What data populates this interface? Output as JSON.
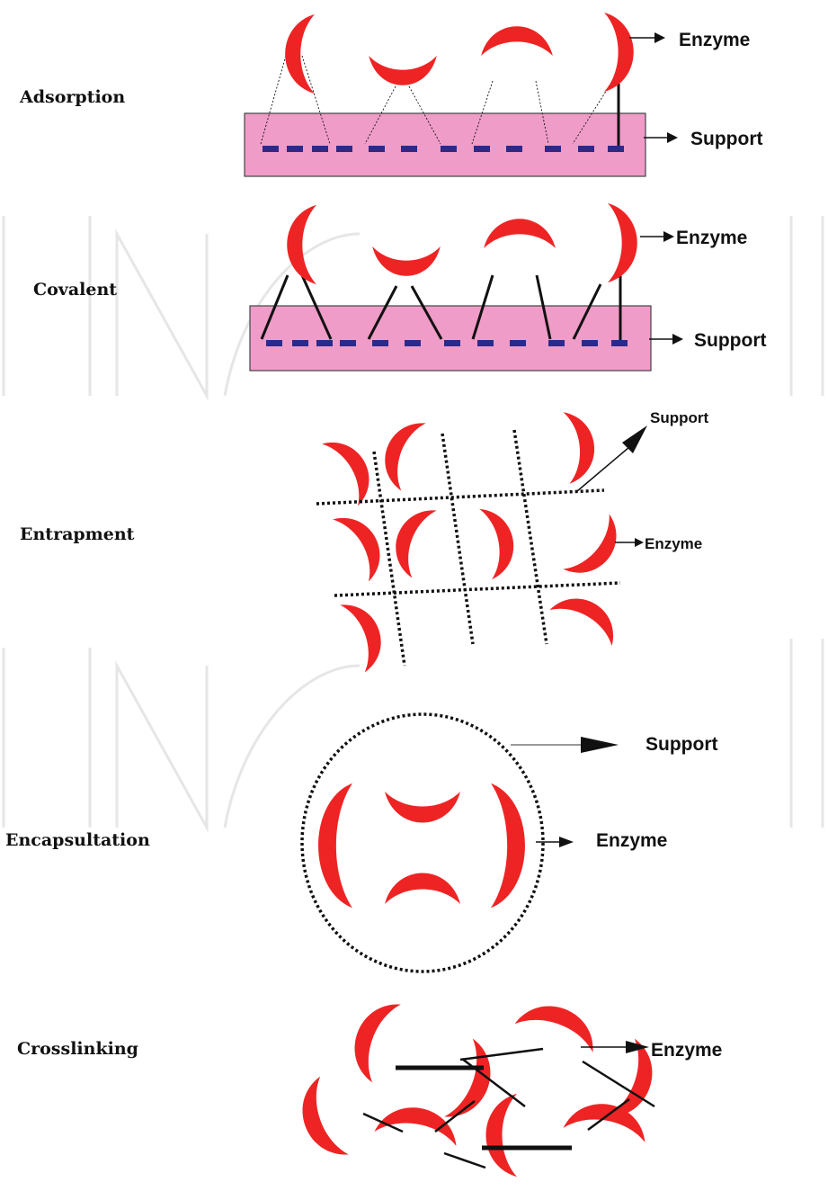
{
  "methods": [
    {
      "id": "adsorption",
      "label": "Adsorption"
    },
    {
      "id": "covalent",
      "label": "Covalent"
    },
    {
      "id": "entrapment",
      "label": "Entrapment"
    },
    {
      "id": "encapsulation",
      "label": "Encapsultation"
    },
    {
      "id": "crosslinking",
      "label": "Crosslinking"
    }
  ],
  "callouts": {
    "adsorption_enzyme": "Enzyme",
    "adsorption_support": "Support",
    "covalent_enzyme": "Enzyme",
    "covalent_support": "Support",
    "entrapment_support": "Support",
    "entrapment_enzyme": "Enzyme",
    "encapsulation_support": "Support",
    "encapsulation_enzyme": "Enzyme",
    "crosslinking_enzyme": "Enzyme"
  },
  "colors": {
    "enzyme": "#ee2424",
    "support_fill": "#f09cc8",
    "support_site": "#2a2a8c",
    "line": "#111111",
    "watermark": "#e6e6e6"
  }
}
